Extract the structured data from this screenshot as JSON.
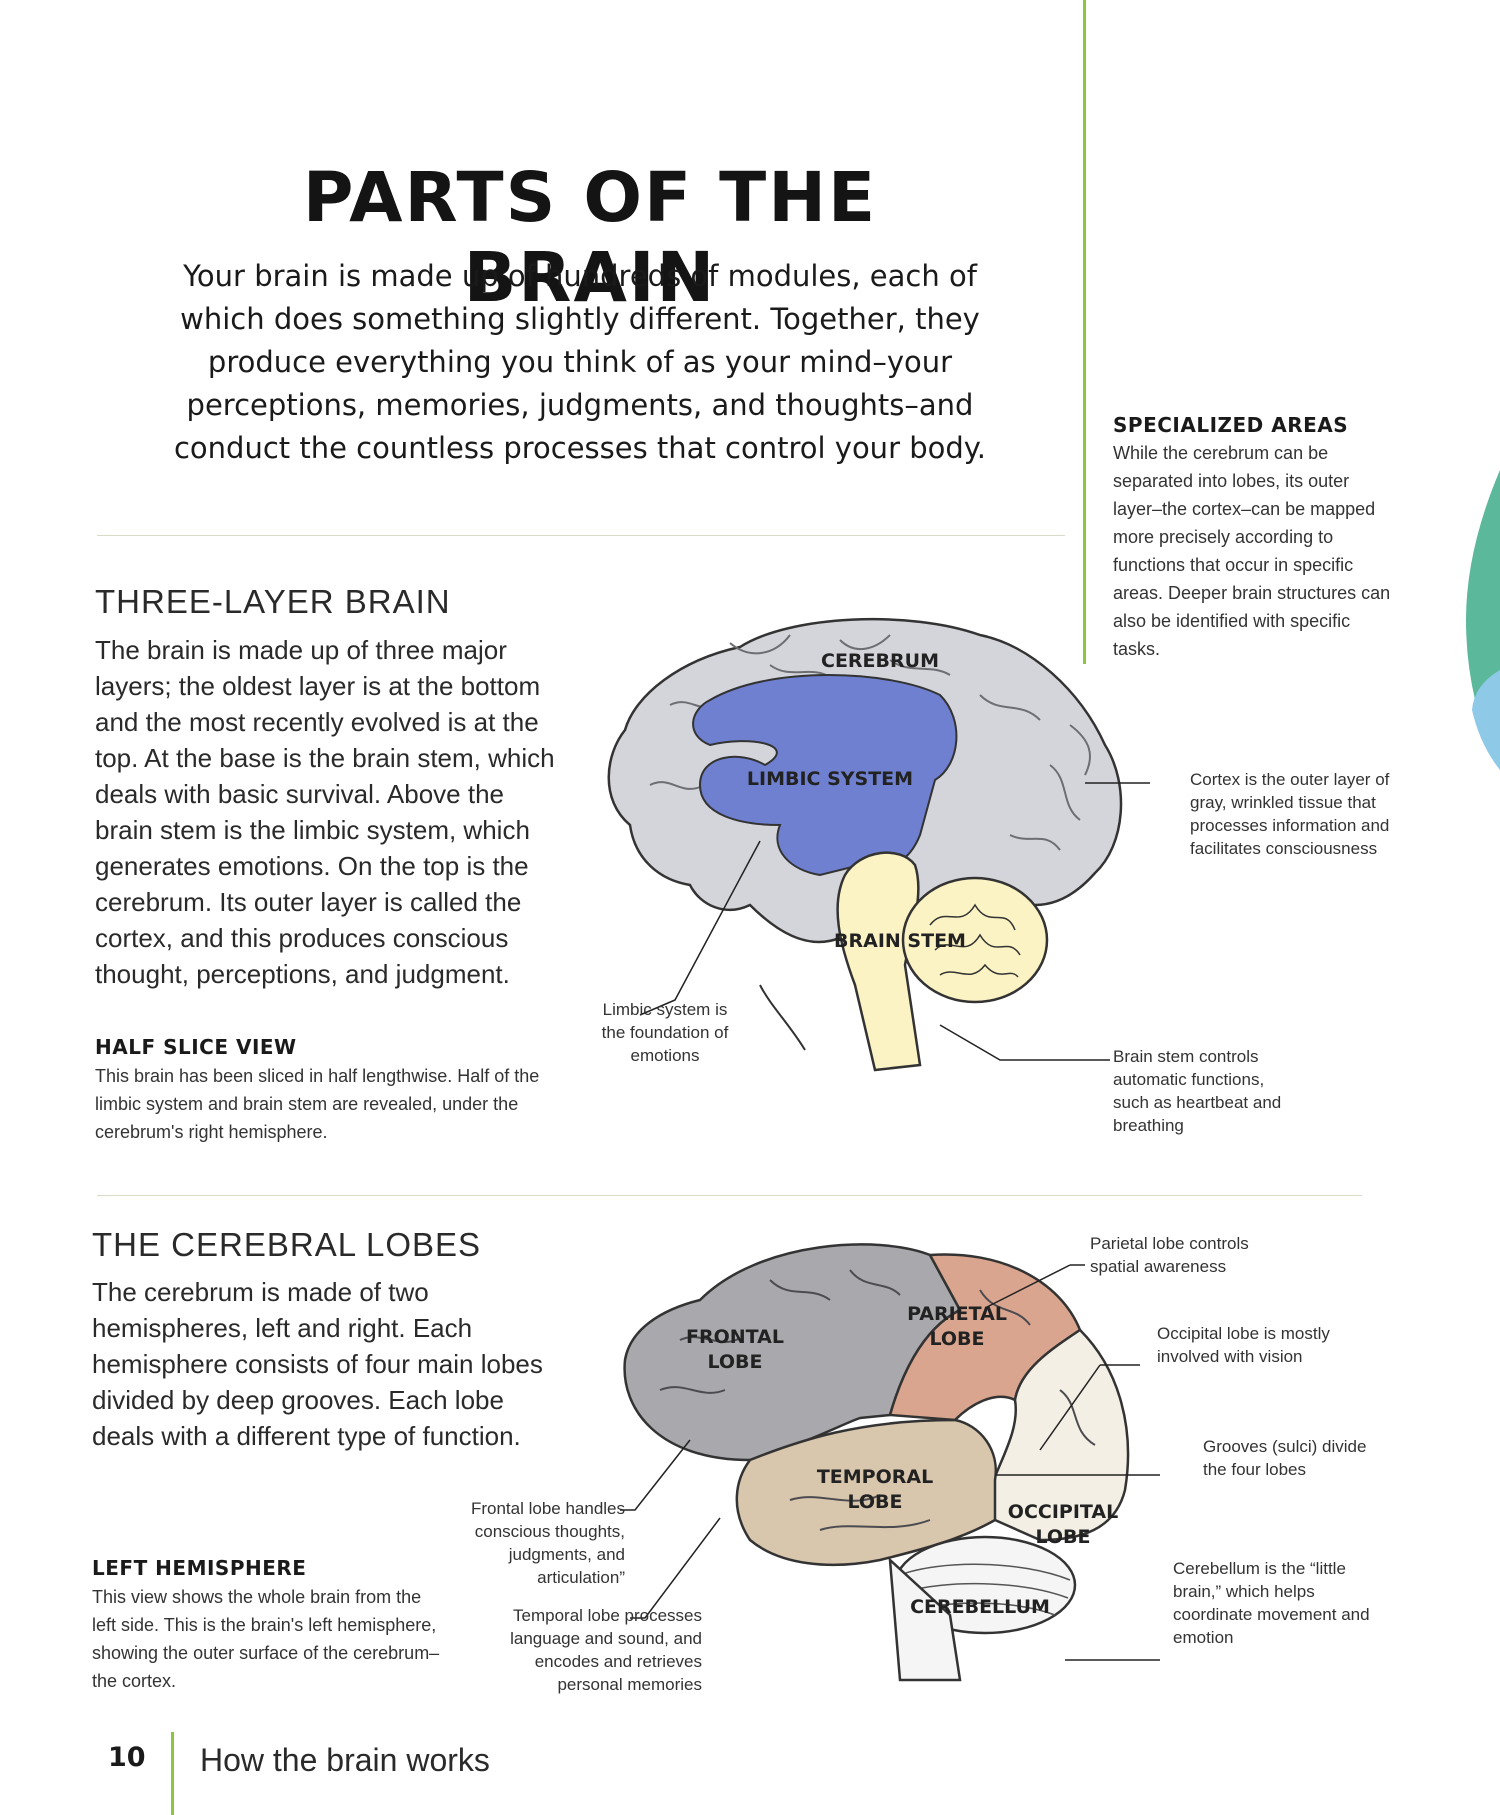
{
  "title": "PARTS OF THE BRAIN",
  "intro": "Your brain is made up of hundreds of modules, each of which does something slightly different. Together, they produce everything you think of as your mind–your perceptions, memories, judgments, and thoughts–and conduct the countless processes that control your body.",
  "specialized": {
    "heading": "SPECIALIZED AREAS",
    "text": "While the cerebrum can be separated into lobes, its outer layer–the cortex–can be mapped more precisely according to functions that occur in specific areas. Deeper brain structures can also be identified with specific tasks."
  },
  "three_layer": {
    "heading": "THREE-LAYER BRAIN",
    "text": "The brain is made up of three major layers; the oldest layer is at the bottom and the most recently evolved is at the top. At the base is the brain stem, which deals with basic survival. Above the brain stem is the limbic system, which generates emotions. On the top is the cerebrum. Its outer layer is called the cortex, and this produces conscious thought, perceptions, and judgment.",
    "subheading": "HALF SLICE VIEW",
    "subtext": "This brain has been sliced in half lengthwise. Half of the limbic system and brain stem are revealed, under the cerebrum's right hemisphere.",
    "labels": {
      "cerebrum": "CEREBRUM",
      "limbic": "LIMBIC SYSTEM",
      "brainstem": "BRAIN STEM"
    },
    "callouts": {
      "cortex": "Cortex is the outer layer of gray, wrinkled tissue that processes information and facilitates consciousness",
      "limbic": "Limbic system is the foundation of emotions",
      "brainstem": "Brain stem controls automatic functions, such as heartbeat and breathing"
    }
  },
  "lobes": {
    "heading": "THE CEREBRAL LOBES",
    "text": "The cerebrum is made of two hemispheres, left and right. Each hemisphere consists of four main lobes divided by deep grooves. Each lobe deals with a different type of function.",
    "subheading": "LEFT HEMISPHERE",
    "subtext": "This view shows the whole brain from the left side. This is the brain's left hemisphere, showing the outer surface of the cerebrum–the cortex.",
    "labels": {
      "frontal_1": "FRONTAL",
      "frontal_2": "LOBE",
      "parietal_1": "PARIETAL",
      "parietal_2": "LOBE",
      "temporal_1": "TEMPORAL",
      "temporal_2": "LOBE",
      "occipital_1": "OCCIPITAL",
      "occipital_2": "LOBE",
      "cerebellum": "CEREBELLUM"
    },
    "callouts": {
      "parietal": "Parietal lobe controls spatial awareness",
      "occipital": "Occipital lobe is mostly involved with vision",
      "grooves": "Grooves (sulci) divide the four lobes",
      "cerebellum": "Cerebellum is the “little brain,” which helps coordinate movement and emotion",
      "frontal": "Frontal lobe handles conscious thoughts, judgments, and articulation”",
      "temporal": "Temporal lobe processes language and sound, and encodes and retrieves personal memories"
    }
  },
  "footer": {
    "page_number": "10",
    "section": "How the brain works"
  },
  "colors": {
    "accent_green": "#8cc63f",
    "cerebrum_gray": "#d4d5da",
    "limbic_blue": "#6e80cf",
    "brainstem_yellow": "#fbf3c4",
    "frontal_gray": "#a9a9ad",
    "parietal_pink": "#d9a58e",
    "temporal_tan": "#d8c6ad",
    "occipital_cream": "#f3efe4"
  }
}
